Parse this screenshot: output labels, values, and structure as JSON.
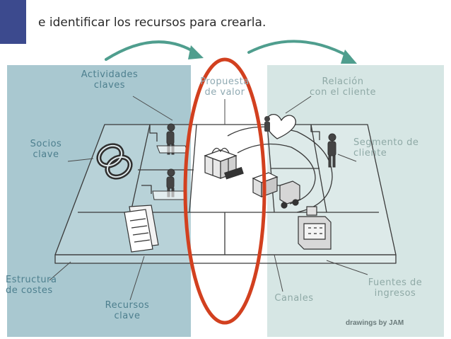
{
  "heading": "e identificar los recursos para crearla.",
  "labels": {
    "actividades": [
      "Actividades",
      "claves"
    ],
    "propuesta": [
      "Propuesta",
      "de valor"
    ],
    "relacion": [
      "Relación",
      "con el cliente"
    ],
    "socios": [
      "Socios",
      "clave"
    ],
    "segmento": [
      "Segmento de",
      "cliente"
    ],
    "estructura": [
      "Estructura",
      "de costes"
    ],
    "recursos": [
      "Recursos",
      "clave"
    ],
    "canales": "Canales",
    "fuentes": [
      "Fuentes de",
      "ingresos"
    ]
  },
  "credit": "drawings by JAM",
  "colors": {
    "accent_bar": "#3c4a8e",
    "left_panel": "#a9c8d0",
    "right_panel": "#d6e6e4",
    "arrows": "#4f9e8e",
    "highlight_ellipse": "#d2401f"
  }
}
